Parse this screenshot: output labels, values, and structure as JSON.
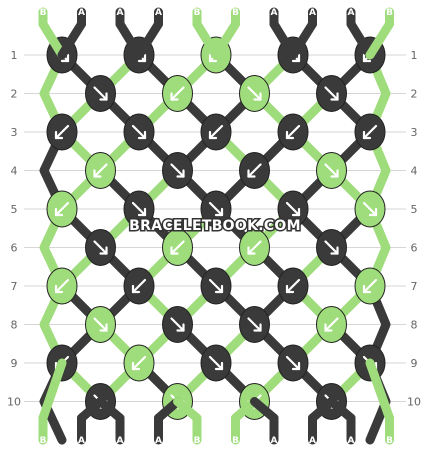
{
  "pattern": {
    "watermark": "BRACELETBOOK.COM",
    "colors": {
      "A": "#3a3a3a",
      "B": "#9fdc7c"
    },
    "strand_colors_top": [
      "B",
      "A",
      "A",
      "A",
      "B",
      "B",
      "A",
      "A",
      "A",
      "B"
    ],
    "strand_colors_bottom": [
      "B",
      "A",
      "A",
      "A",
      "B",
      "B",
      "A",
      "A",
      "A",
      "B"
    ],
    "row_labels": [
      "1",
      "2",
      "3",
      "4",
      "5",
      "6",
      "7",
      "8",
      "9",
      "10"
    ],
    "knot_rows": [
      [
        {
          "color": "A",
          "dir": "se"
        },
        {
          "color": "A",
          "dir": "se"
        },
        {
          "color": "B",
          "dir": "sw"
        },
        {
          "color": "A",
          "dir": "se"
        },
        {
          "color": "A",
          "dir": "sw"
        }
      ],
      [
        {
          "color": "A",
          "dir": "se"
        },
        {
          "color": "B",
          "dir": "sw"
        },
        {
          "color": "B",
          "dir": "se"
        },
        {
          "color": "A",
          "dir": "se"
        }
      ],
      [
        {
          "color": "A",
          "dir": "sw"
        },
        {
          "color": "A",
          "dir": "se"
        },
        {
          "color": "A",
          "dir": "sw"
        },
        {
          "color": "A",
          "dir": "sw"
        },
        {
          "color": "A",
          "dir": "sw"
        }
      ],
      [
        {
          "color": "B",
          "dir": "sw"
        },
        {
          "color": "A",
          "dir": "se"
        },
        {
          "color": "A",
          "dir": "sw"
        },
        {
          "color": "B",
          "dir": "se"
        }
      ],
      [
        {
          "color": "B",
          "dir": "sw"
        },
        {
          "color": "A",
          "dir": "se"
        },
        {
          "color": "A",
          "dir": "se"
        },
        {
          "color": "A",
          "dir": "se"
        },
        {
          "color": "B",
          "dir": "se"
        }
      ],
      [
        {
          "color": "A",
          "dir": "se"
        },
        {
          "color": "B",
          "dir": "sw"
        },
        {
          "color": "B",
          "dir": "sw"
        },
        {
          "color": "A",
          "dir": "se"
        }
      ],
      [
        {
          "color": "B",
          "dir": "sw"
        },
        {
          "color": "A",
          "dir": "sw"
        },
        {
          "color": "A",
          "dir": "se"
        },
        {
          "color": "A",
          "dir": "sw"
        },
        {
          "color": "B",
          "dir": "sw"
        }
      ],
      [
        {
          "color": "B",
          "dir": "se"
        },
        {
          "color": "A",
          "dir": "se"
        },
        {
          "color": "A",
          "dir": "se"
        },
        {
          "color": "B",
          "dir": "sw"
        }
      ],
      [
        {
          "color": "A",
          "dir": "sw"
        },
        {
          "color": "B",
          "dir": "sw"
        },
        {
          "color": "A",
          "dir": "se"
        },
        {
          "color": "A",
          "dir": "se"
        },
        {
          "color": "A",
          "dir": "se"
        }
      ],
      [
        {
          "color": "A",
          "dir": "se"
        },
        {
          "color": "B",
          "dir": "se"
        },
        {
          "color": "B",
          "dir": "sw"
        },
        {
          "color": "A",
          "dir": "se"
        }
      ]
    ]
  }
}
